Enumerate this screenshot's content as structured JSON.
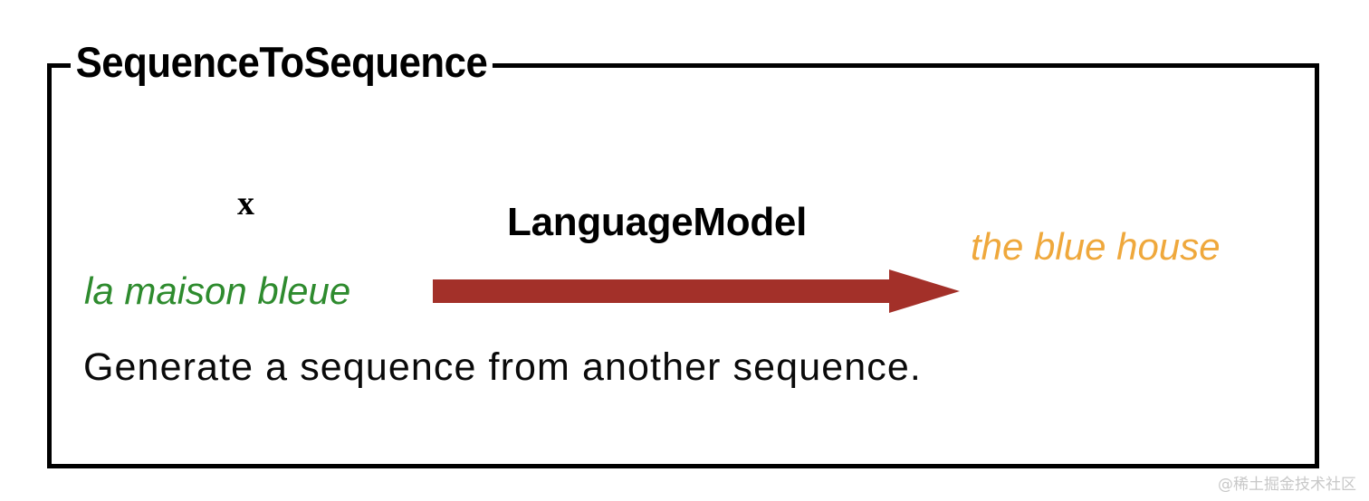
{
  "figure": {
    "frame_title": "SequenceToSequence",
    "border_color": "#000000",
    "background_color": "#ffffff"
  },
  "flow": {
    "variable_symbol": "x",
    "input_sequence": "la maison bleue",
    "input_color": "#2E8B2E",
    "model_label": "LanguageModel",
    "arrow_color": "#A33029",
    "arrow_icon": "right-arrow-icon",
    "output_sequence": "the blue house",
    "output_color": "#EFA83C"
  },
  "caption": {
    "text": "Generate a sequence from another sequence."
  },
  "watermark": {
    "text": "@稀土掘金技术社区",
    "color": "#c8c8c8"
  }
}
